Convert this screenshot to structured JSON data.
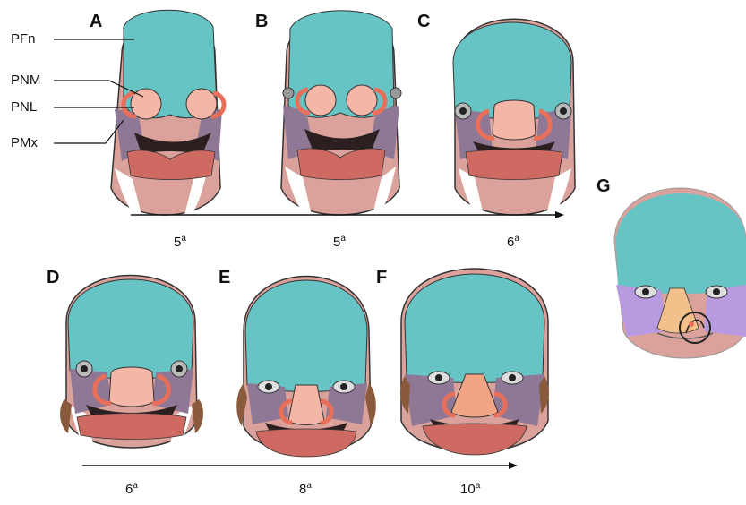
{
  "figure": {
    "panels": [
      {
        "id": "A",
        "letter": "A",
        "week_num": "5",
        "week_sup": "a"
      },
      {
        "id": "B",
        "letter": "B",
        "week_num": "5",
        "week_sup": "a"
      },
      {
        "id": "C",
        "letter": "C",
        "week_num": "6",
        "week_sup": "a"
      },
      {
        "id": "D",
        "letter": "D",
        "week_num": "6",
        "week_sup": "a"
      },
      {
        "id": "E",
        "letter": "E",
        "week_num": "8",
        "week_sup": "a"
      },
      {
        "id": "F",
        "letter": "F",
        "week_num": "10",
        "week_sup": "a"
      },
      {
        "id": "G",
        "letter": "G"
      }
    ],
    "structure_labels": {
      "pfn": "PFn",
      "pnm": "PNM",
      "pnl": "PNL",
      "pmx": "PMx"
    },
    "colors": {
      "frontonasal": "#66c4c4",
      "medial_nasal": "#f4b6a6",
      "lateral_nasal": "#e8705a",
      "maxillary": "#8f7896",
      "mandible": "#cf6a62",
      "mandible_outer": "#dba19b",
      "head_outline": "#c9968d",
      "eye": "#b7b7b7",
      "mouth": "#2b1f20",
      "ear": "#8a5a3d",
      "g_maxillary": "#b79ae0",
      "g_nose": "#f2c08a"
    }
  }
}
